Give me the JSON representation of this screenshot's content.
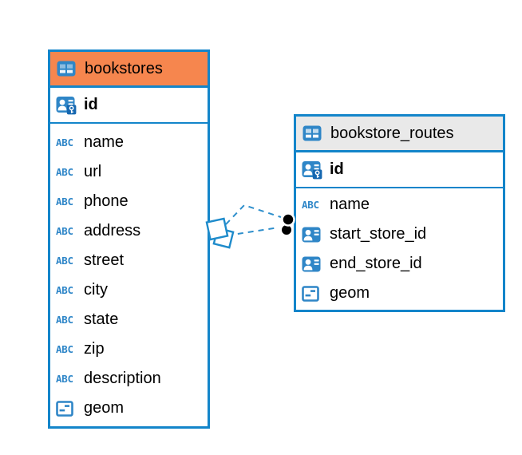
{
  "colors": {
    "canvas_bg": "#ffffff",
    "table_border": "#1385CA",
    "bookstores_header_bg": "#F6864E",
    "routes_header_bg": "#E9E9E9",
    "icon_blue": "#2F86C7",
    "relationship_line": "#2E8FCC",
    "text": "#000000"
  },
  "icons": {
    "text_type_label": "ABC"
  },
  "tables": [
    {
      "name": "bookstores",
      "primary_key": {
        "name": "id"
      },
      "columns": [
        {
          "name": "name",
          "type_icon": "text-type-icon"
        },
        {
          "name": "url",
          "type_icon": "text-type-icon"
        },
        {
          "name": "phone",
          "type_icon": "text-type-icon"
        },
        {
          "name": "address",
          "type_icon": "text-type-icon"
        },
        {
          "name": "street",
          "type_icon": "text-type-icon"
        },
        {
          "name": "city",
          "type_icon": "text-type-icon"
        },
        {
          "name": "state",
          "type_icon": "text-type-icon"
        },
        {
          "name": "zip",
          "type_icon": "text-type-icon"
        },
        {
          "name": "description",
          "type_icon": "text-type-icon"
        },
        {
          "name": "geom",
          "type_icon": "geometry-type-icon"
        }
      ]
    },
    {
      "name": "bookstore_routes",
      "primary_key": {
        "name": "id"
      },
      "columns": [
        {
          "name": "name",
          "type_icon": "text-type-icon"
        },
        {
          "name": "start_store_id",
          "type_icon": "user-reference-icon"
        },
        {
          "name": "end_store_id",
          "type_icon": "user-reference-icon"
        },
        {
          "name": "geom",
          "type_icon": "geometry-type-icon"
        }
      ]
    }
  ],
  "relationships": [
    {
      "from": "bookstore_routes",
      "to": "bookstores",
      "style": "dashed"
    },
    {
      "from": "bookstore_routes",
      "to": "bookstores",
      "style": "dashed"
    }
  ]
}
